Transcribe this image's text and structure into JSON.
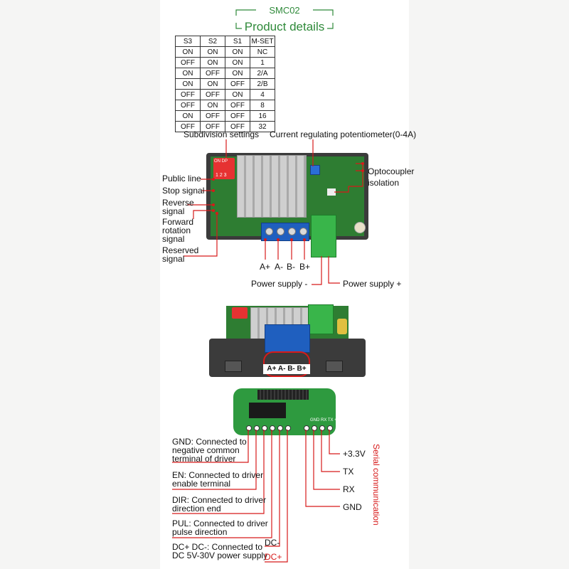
{
  "header": {
    "model": "SMC02",
    "title": "Product details"
  },
  "table": {
    "headers": [
      "S3",
      "S2",
      "S1",
      "M-SET"
    ],
    "rows": [
      [
        "ON",
        "ON",
        "ON",
        "NC"
      ],
      [
        "OFF",
        "ON",
        "ON",
        "1"
      ],
      [
        "ON",
        "OFF",
        "ON",
        "2/A"
      ],
      [
        "ON",
        "ON",
        "OFF",
        "2/B"
      ],
      [
        "OFF",
        "OFF",
        "ON",
        "4"
      ],
      [
        "OFF",
        "ON",
        "OFF",
        "8"
      ],
      [
        "ON",
        "OFF",
        "OFF",
        "16"
      ],
      [
        "OFF",
        "OFF",
        "OFF",
        "32"
      ]
    ]
  },
  "labels": {
    "subdivision": "Subdivision settings",
    "potentiometer": "Current regulating potentiometer(0-4A)",
    "optocoupler": "Optocoupler",
    "isolation": "isolation",
    "public_line": "Public line",
    "stop_signal": "Stop signal",
    "reverse_1": "Reverse",
    "reverse_2": "signal",
    "forward_1": "Forward",
    "forward_2": "rotation",
    "forward_3": "signal",
    "reserved_1": "Reserved",
    "reserved_2": "signal",
    "a_plus": "A+",
    "a_minus": "A-",
    "b_minus": "B-",
    "b_plus": "B+",
    "power_minus": "Power supply -",
    "power_plus": "Power supply +",
    "front_terminals": "A+ A- B- B+",
    "gnd_1": "GND: Connected to",
    "gnd_2": "negative common",
    "gnd_3": "terminal of driver",
    "en_1": "EN: Connected to driver",
    "en_2": "enable terminal",
    "dir_1": "DIR: Connected to driver",
    "dir_2": "direction end",
    "pul_1": "PUL: Connected to driver",
    "pul_2": "pulse direction",
    "dc_1": "DC+ DC-: Connected to",
    "dc_2": "DC 5V-30V power supply",
    "dc_minus": "DC-",
    "dc_plus": "DC+",
    "v33": "+3.3V",
    "tx": "TX",
    "rx": "RX",
    "gnd_serial": "GND",
    "serial": "Serial communication"
  },
  "silkscreen": {
    "dip": "ON DP",
    "dip_nums": "1 2 3",
    "serial_pins": "GND RX TX +3.3V"
  },
  "colors": {
    "green": "#2f8a3a",
    "red": "#d71a1a",
    "pcb": "#2e7d32",
    "case": "#3b3b3b"
  }
}
